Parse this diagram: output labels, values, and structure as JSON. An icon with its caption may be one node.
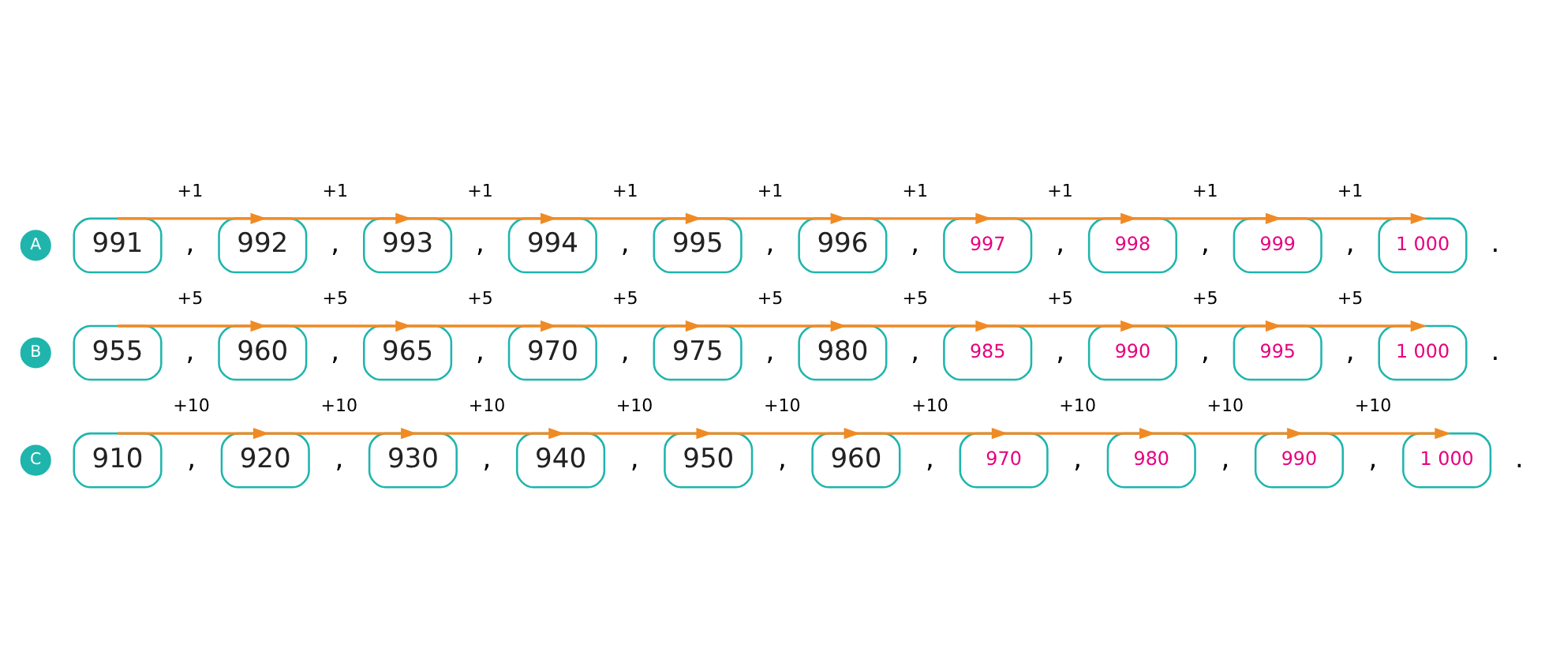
{
  "diagram": {
    "nodes": [
      {
        "text": [
          "A"
        ]
      },
      {
        "text": [
          "991"
        ]
      },
      {
        "text": [
          "992"
        ]
      },
      {
        "text": [
          "993"
        ]
      },
      {
        "text": [
          "994"
        ]
      },
      {
        "text": [
          "995"
        ]
      },
      {
        "text": [
          "996"
        ]
      },
      {
        "text": [
          "997"
        ]
      },
      {
        "text": [
          "998"
        ]
      },
      {
        "text": [
          "999"
        ]
      },
      {
        "text": [
          "1 000"
        ]
      },
      {
        "text": [
          "B"
        ]
      },
      {
        "text": [
          "955"
        ]
      },
      {
        "text": [
          "960"
        ]
      },
      {
        "text": [
          "965"
        ]
      },
      {
        "text": [
          "970"
        ]
      },
      {
        "text": [
          "975"
        ]
      },
      {
        "text": [
          "980"
        ]
      },
      {
        "text": [
          "985"
        ]
      },
      {
        "text": [
          "990"
        ]
      },
      {
        "text": [
          "995"
        ]
      },
      {
        "text": [
          "1 000"
        ]
      },
      {
        "text": [
          "C"
        ]
      },
      {
        "text": [
          "910"
        ]
      },
      {
        "text": [
          "920"
        ]
      },
      {
        "text": [
          "930"
        ]
      },
      {
        "text": [
          "940"
        ]
      },
      {
        "text": [
          "950"
        ]
      },
      {
        "text": [
          "960"
        ]
      },
      {
        "text": [
          "970"
        ]
      },
      {
        "text": [
          "980"
        ]
      },
      {
        "text": [
          "990"
        ]
      },
      {
        "text": [
          "1 000"
        ]
      }
    ],
    "edges": [
      {
        "from": 1,
        "to": 2,
        "arrow": "to",
        "label": "+1"
      },
      {
        "from": 2,
        "to": 3,
        "arrow": "to",
        "label": "+1"
      },
      {
        "from": 3,
        "to": 4,
        "arrow": "to",
        "label": "+1"
      },
      {
        "from": 4,
        "to": 5,
        "arrow": "to",
        "label": "+1"
      },
      {
        "from": 5,
        "to": 6,
        "arrow": "to",
        "label": "+1"
      },
      {
        "from": 6,
        "to": 7,
        "arrow": "to",
        "label": "+1"
      },
      {
        "from": 7,
        "to": 8,
        "arrow": "to",
        "label": "+1"
      },
      {
        "from": 8,
        "to": 9,
        "arrow": "to",
        "label": "+1"
      },
      {
        "from": 9,
        "to": 10,
        "arrow": "to",
        "label": "+1"
      },
      {
        "from": 12,
        "to": 13,
        "arrow": "to",
        "label": "+5"
      },
      {
        "from": 13,
        "to": 14,
        "arrow": "to",
        "label": "+5"
      },
      {
        "from": 14,
        "to": 15,
        "arrow": "to",
        "label": "+5"
      },
      {
        "from": 15,
        "to": 16,
        "arrow": "to",
        "label": "+5"
      },
      {
        "from": 16,
        "to": 17,
        "arrow": "to",
        "label": "+5"
      },
      {
        "from": 17,
        "to": 18,
        "arrow": "to",
        "label": "+5"
      },
      {
        "from": 18,
        "to": 19,
        "arrow": "to",
        "label": "+5"
      },
      {
        "from": 19,
        "to": 20,
        "arrow": "to",
        "label": "+5"
      },
      {
        "from": 20,
        "to": 21,
        "arrow": "to",
        "label": "+5"
      },
      {
        "from": 23,
        "to": 24,
        "arrow": "to",
        "label": "+10"
      },
      {
        "from": 24,
        "to": 25,
        "arrow": "to",
        "label": "+10"
      },
      {
        "from": 25,
        "to": 26,
        "arrow": "to",
        "label": "+10"
      },
      {
        "from": 26,
        "to": 27,
        "arrow": "to",
        "label": "+10"
      },
      {
        "from": 27,
        "to": 28,
        "arrow": "to",
        "label": "+10"
      },
      {
        "from": 28,
        "to": 29,
        "arrow": "to",
        "label": "+10"
      },
      {
        "from": 29,
        "to": 30,
        "arrow": "to",
        "label": "+10"
      },
      {
        "from": 30,
        "to": 31,
        "arrow": "to",
        "label": "+10"
      },
      {
        "from": 31,
        "to": 32,
        "arrow": "to",
        "label": "+10"
      }
    ],
    "labels": [
      ",",
      ",",
      ",",
      ",",
      ",",
      ",",
      ",",
      ",",
      ",",
      ".",
      ",",
      ",",
      ",",
      ",",
      ",",
      ",",
      ",",
      ",",
      ",",
      ".",
      ",",
      ",",
      ",",
      ",",
      ",",
      ",",
      ",",
      ",",
      ",",
      "."
    ]
  }
}
